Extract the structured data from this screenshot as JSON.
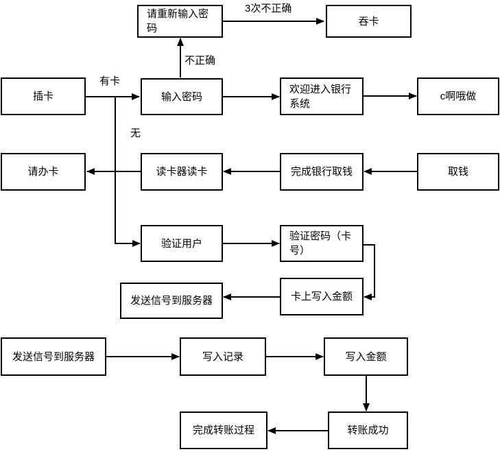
{
  "diagram": {
    "title_hint": "ATM bank flowchart",
    "colors": {
      "node_border": "#000000",
      "node_fill": "#ffffff",
      "connector": "#000000",
      "background": "#ffffff",
      "text": "#000000"
    },
    "nodes": [
      {
        "label": "请重新输入密码"
      },
      {
        "label": "吞卡"
      },
      {
        "label": "插卡"
      },
      {
        "label": "输入密码"
      },
      {
        "label": "欢迎进入银行系统"
      },
      {
        "label": "c啊哦做"
      },
      {
        "label": "请办卡"
      },
      {
        "label": "读卡器读卡"
      },
      {
        "label": "完成银行取钱"
      },
      {
        "label": "取钱"
      },
      {
        "label": "验证用户"
      },
      {
        "label": "验证密码（卡号）"
      },
      {
        "label": "发送信号到服务器"
      },
      {
        "label": "卡上写入金额"
      },
      {
        "label": "发送信号到服务器"
      },
      {
        "label": "写入记录"
      },
      {
        "label": "写入金额"
      },
      {
        "label": "完成转账过程"
      },
      {
        "label": "转账成功"
      }
    ],
    "edge_labels": [
      {
        "label": "3次不正确"
      },
      {
        "label": "有卡"
      },
      {
        "label": "不正确"
      },
      {
        "label": "无"
      }
    ]
  }
}
